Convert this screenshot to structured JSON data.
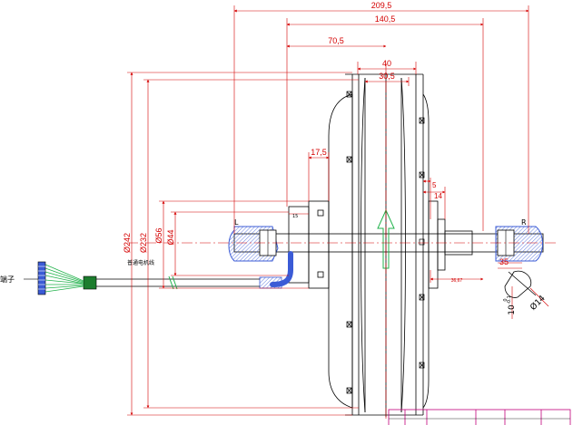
{
  "dimensions": {
    "d209_5": "209,5",
    "d140_5": "140,5",
    "d70_5": "70,5",
    "d40": "40",
    "d30_5": "30,5",
    "d17_5": "17,5",
    "d5": "5",
    "d14": "14",
    "d15": "15",
    "d36_67": "36,67",
    "d35": "35",
    "dia242": "Ø242",
    "dia232": "Ø232",
    "dia56": "Ø56",
    "dia44": "Ø44",
    "dia14": "Ø14",
    "flat10": "10",
    "flat10_tol": "0",
    "flat10_tol2": "-0.1"
  },
  "labels": {
    "left_side": "L",
    "right_side": "R",
    "terminal": "端子",
    "cable": "普通电机线"
  },
  "colors": {
    "dimension": "#d40000",
    "outline": "#000000",
    "centerline": "#d40000",
    "cover_blue": "#3b5bd6",
    "green": "#22b24c",
    "title_block": "#c0007a"
  }
}
